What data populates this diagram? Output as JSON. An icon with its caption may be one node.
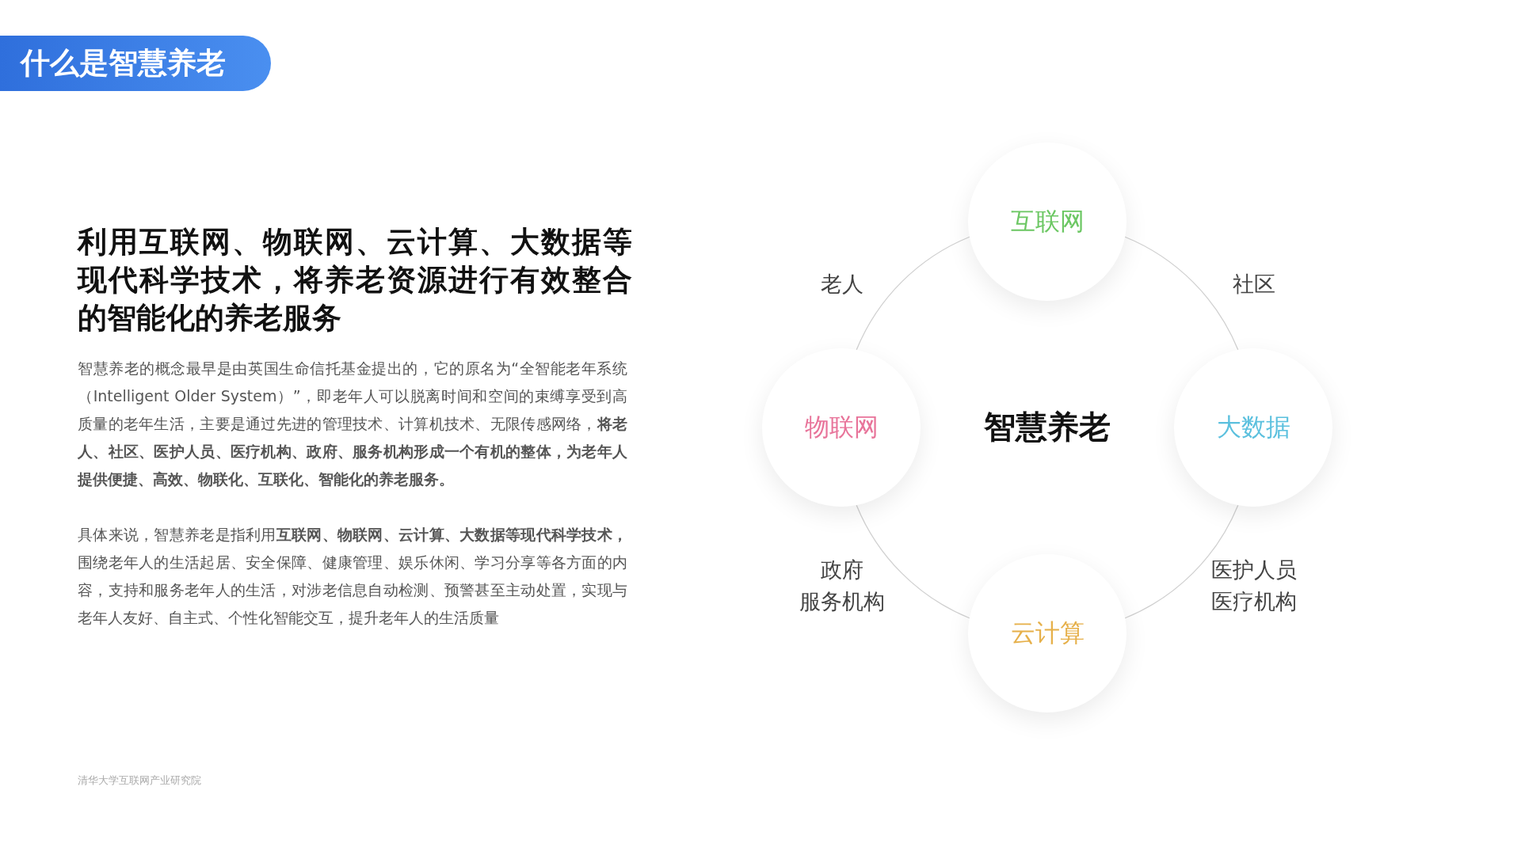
{
  "diagram": {
    "title": "什么是智慧养老",
    "nodes": [
      {
        "text": [
          "互联网"
        ]
      },
      {
        "text": [
          "物联网"
        ]
      },
      {
        "text": [
          "大数据"
        ]
      },
      {
        "text": [
          "云计算"
        ]
      }
    ],
    "edges": [
      {
        "from": 0,
        "to": 1,
        "arrow": "none"
      },
      {
        "from": 0,
        "to": 2,
        "arrow": "none"
      },
      {
        "from": 1,
        "to": 3,
        "arrow": "none"
      },
      {
        "from": 2,
        "to": 3,
        "arrow": "none"
      }
    ],
    "labels": [
      "利用互联网、物联网、云计算、大数据等现代科学技术，将养老资源进行有效整合的智能化的养老服务",
      "智慧养老的概念最早是由英国生命信托基金提出的，它的原名为“全智能老年系统（Intelligent Older System）”，即老年人可以脱离时间和空间的束缚享受到高质量的老年生活，主要是通过先进的管理技术、计算机技术、无限传感网络，**将老人、社区、医护人员、医疗机构、政府、服务机构形成一个有机的整体，为老年人提供便捷、高效、物联化、互联化、智能化的养老服务。**",
      "具体来说，智慧养老是指利用**互联网、物联网、云计算、大数据等现代科学技术，**围绕老年人的生活起居、安全保障、健康管理、娱乐休闲、学习分享等各方面的内容，支持和服务老年人的生活，对涉老信息自动检测、预警甚至主动处置，实现与老年人友好、自主式、个性化智能交互，提升老年人的生活质量",
      "老人",
      "社区",
      "智慧养老",
      "政府",
      "服务机构",
      "医护人员",
      "医疗机构",
      "清华大学互联网产业研究院"
    ]
  }
}
